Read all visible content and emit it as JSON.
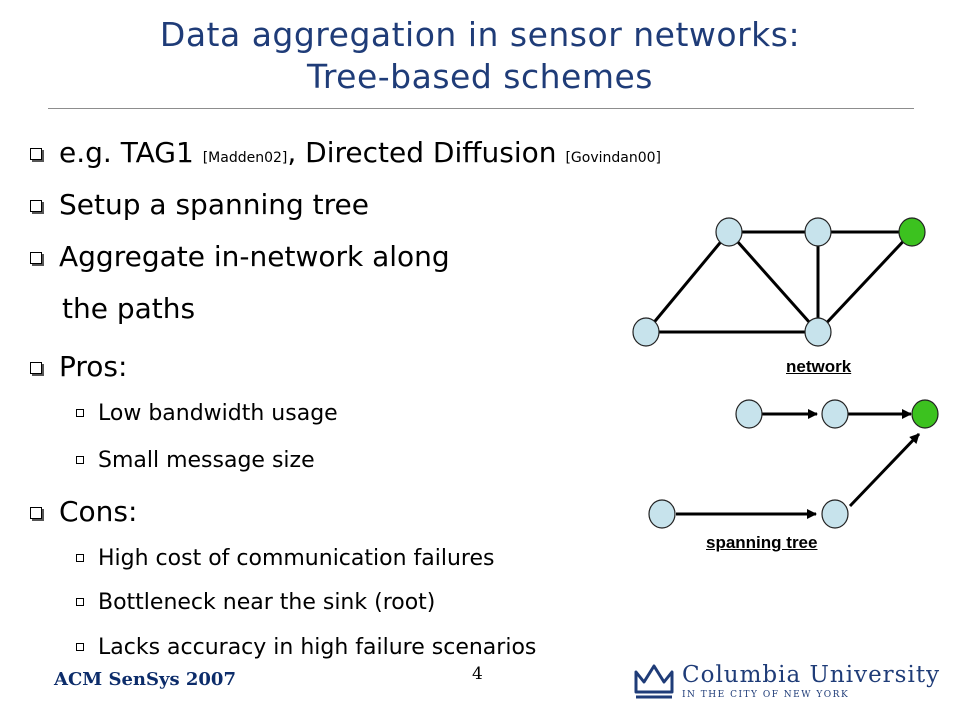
{
  "slide": {
    "title_line1": "Data aggregation in sensor networks:",
    "title_line2": "Tree-based schemes",
    "bullets": [
      {
        "pre": "e.g. TAG1 ",
        "ref1": "[Madden02]",
        "mid": ", Directed Diffusion ",
        "ref2": "[Govindan00]"
      },
      {
        "text": "Setup a spanning tree"
      },
      {
        "text": "Aggregate in-network along"
      },
      {
        "text": "the paths"
      },
      {
        "text": "Pros:"
      },
      {
        "text": "Low bandwidth usage"
      },
      {
        "text": "Small message size"
      },
      {
        "text": "Cons:"
      },
      {
        "text": "High cost of communication failures"
      },
      {
        "text": "Bottleneck near the sink (root)"
      },
      {
        "text": "Lacks accuracy in high failure scenarios"
      }
    ],
    "diagram": {
      "network_label": "network",
      "tree_label": "spanning tree",
      "node_color": "#c7e3ec",
      "sink_color": "#3cc21f"
    },
    "footer": {
      "conference": "ACM SenSys 2007",
      "page_number": "4",
      "logo_main": "Columbia University",
      "logo_sub": "IN THE CITY OF NEW YORK",
      "logo_icon": "crown-icon"
    }
  }
}
